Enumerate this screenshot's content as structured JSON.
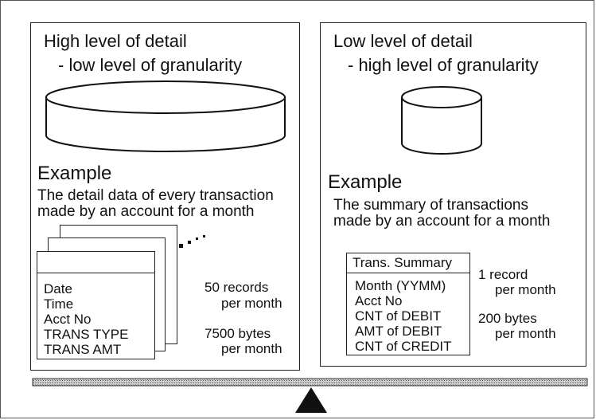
{
  "left_panel": {
    "title_line1": "High level of detail",
    "title_line2": "- low level of granularity",
    "example_label": "Example",
    "description_line1": "The detail data of every transaction",
    "description_line2": "made by an account for a month",
    "record_fields": [
      "Date",
      "Time",
      "Acct No",
      "TRANS TYPE",
      "TRANS AMT"
    ],
    "records_line1": "50 records",
    "records_line2": "per month",
    "bytes_line1": "7500 bytes",
    "bytes_line2": "per month"
  },
  "right_panel": {
    "title_line1": "Low level of detail",
    "title_line2": "- high level of granularity",
    "example_label": "Example",
    "description_line1": "The summary of transactions",
    "description_line2": "made by an account for a month",
    "summary_header": "Trans. Summary",
    "summary_fields": [
      "Month (YYMM)",
      "Acct No",
      "CNT of DEBIT",
      "AMT of DEBIT",
      "CNT of CREDIT"
    ],
    "records_line1": "1 record",
    "records_line2": "per month",
    "bytes_line1": "200 bytes",
    "bytes_line2": "per month"
  }
}
